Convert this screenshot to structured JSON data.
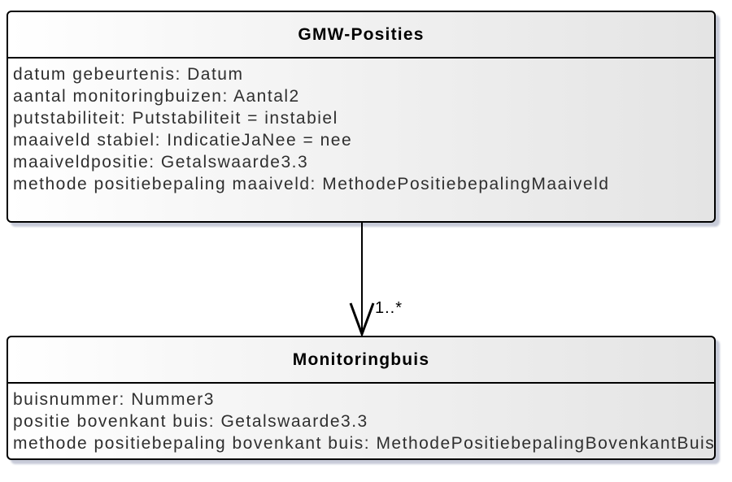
{
  "diagram": {
    "classes": [
      {
        "name": "GMW-Posities",
        "attributes": [
          "datum gebeurtenis: Datum",
          "aantal monitoringbuizen: Aantal2",
          "putstabiliteit: Putstabiliteit = instabiel",
          "maaiveld stabiel: IndicatieJaNee = nee",
          "maaiveldpositie: Getalswaarde3.3",
          "methode positiebepaling maaiveld: MethodePositiebepalingMaaiveld"
        ]
      },
      {
        "name": "Monitoringbuis",
        "attributes": [
          "buisnummer: Nummer3",
          "positie bovenkant buis: Getalswaarde3.3",
          "methode positiebepaling bovenkant buis: MethodePositiebepalingBovenkantBuis"
        ]
      }
    ],
    "association": {
      "multiplicity": "1..*"
    },
    "colors": {
      "box_border": "#000000",
      "box_fill_left": "#ffffff",
      "box_fill_right": "#e4e4e4",
      "box_shadow": "#c7cbd8",
      "attribute_text": "#2f2f2f",
      "title_text": "#000000",
      "connector": "#000000"
    }
  }
}
